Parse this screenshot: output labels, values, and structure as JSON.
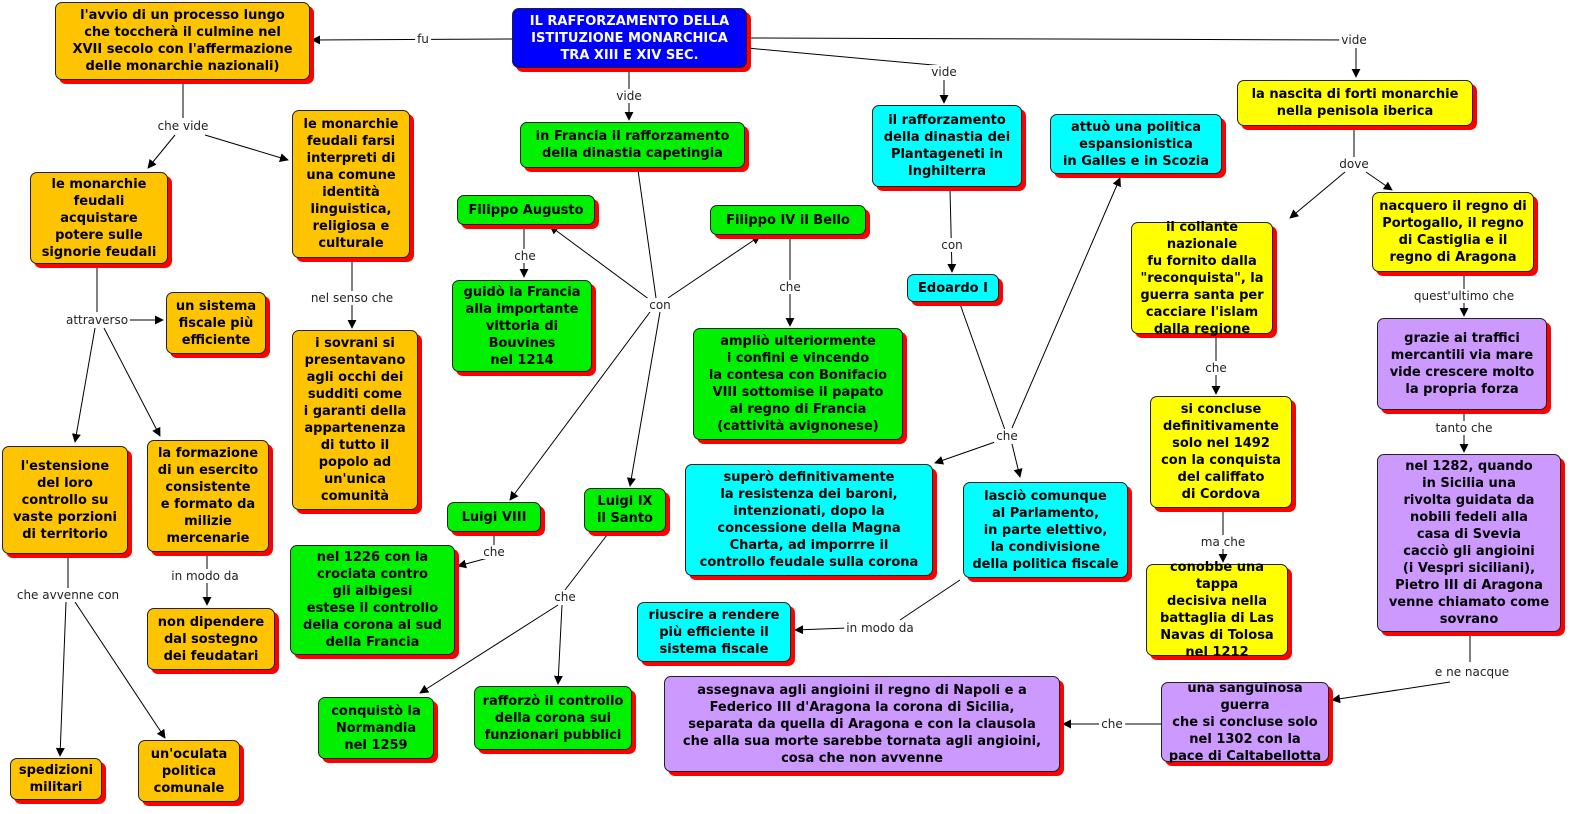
{
  "colors": {
    "orange": "#ffc400",
    "green": "#00f000",
    "cyan": "#00ffff",
    "yellow": "#ffff00",
    "purple": "#cc99ff",
    "blue": "#0000ff",
    "shadow": "#ff0000"
  },
  "nodes": {
    "root": "IL RAFFORZAMENTO DELLA\nISTITUZIONE MONARCHICA\nTRA XIII E XIV SEC.",
    "avvio": "l'avvio di un processo lungo\nche toccherà il culmine nel\nXVII secolo con l'affermazione\ndelle monarchie nazionali)",
    "acquistare": "le monarchie\nfeudali\nacquistare\npotere sulle\nsignorie feudali",
    "interpreti": "le monarchie\nfeudali farsi\ninterpreti di\nuna comune\nidentità\nlinguistica,\nreligiosa e\nculturale",
    "sistema_fiscale": "un sistema\nfiscale più\nefficiente",
    "estensione": "l'estensione\ndel loro\ncontrollo su\nvaste porzioni\ndi territorio",
    "esercito": "la formazione\ndi un esercito\nconsistente\ne formato da\nmilizie\nmercenarie",
    "non_dipendere": "non dipendere\ndal sostegno\ndei feudatari",
    "spedizioni": "spedizioni\nmilitari",
    "oculata": "un'oculata\npolitica\ncomunale",
    "sovrani": "i sovrani si\npresentavano\nagli occhi dei\nsudditi come\ni garanti della\nappartenenza\ndi tutto il\npopolo ad\nun'unica\ncomunità",
    "francia": "in Francia il rafforzamento\ndella dinastia capetingia",
    "filippo_augusto": "Filippo Augusto",
    "guido": "guidò la Francia\nalla importante\nvittoria di\nBouvines\nnel 1214",
    "filippo_iv": "Filippo  IV il Bello",
    "amplio": "ampliò ulteriormente\ni confini e vincendo\nla contesa con Bonifacio\nVIII sottomise il papato\nal regno di Francia\n(cattività avignonese)",
    "luigi_viii": "Luigi VIII",
    "luigi_ix": "Luigi IX\nil Santo",
    "albigesi": "nel 1226 con la\ncrociata contro\ngli albigesi\nestese il controllo\ndella corona al sud\ndella Francia",
    "normandia": "conquistò la\nNormandia\nnel 1259",
    "rafforzo": "rafforzò il controllo\ndella corona sui\nfunzionari pubblici",
    "plantageneti": "il rafforzamento\ndella dinastia dei\nPlantageneti in\nInghilterra",
    "edoardo": "Edoardo I",
    "galles": "attuò una politica\nespansionistica\nin Galles e in Scozia",
    "supero": "superò definitivamente\nla resistenza dei baroni,\nintenzionati, dopo la\nconcessione della Magna\nCharta, ad imporrre il\ncontrollo feudale sulla corona",
    "lascio": "lasciò comunque\nal Parlamento,\nin parte elettivo,\nla condivisione\ndella politica fiscale",
    "riuscire": "riuscire a rendere\npiù efficiente il\nsistema fiscale",
    "iberica": "la nascita di forti monarchie\nnella penisola iberica",
    "collante": "il collante nazionale\nfu fornito dalla\n\"reconquista\", la\nguerra santa per\ncacciare l'islam\ndalla regione",
    "portogallo": "nacquero il regno di\nPortogallo, il regno\ndi Castiglia e il\nregno di Aragona",
    "1492": "si concluse\ndefinitivamente\nsolo nel 1492\ncon la conquista\ndel califfato\ndi Cordova",
    "navas": "conobbe una tappa\ndecisiva nella\nbattaglia di Las\nNavas di Tolosa\nnel 1212",
    "traffici": "grazie ai traffici\nmercantili via mare\nvide crescere molto\nla propria forza",
    "vespri": "nel 1282, quando\nin Sicilia una\nrivolta guidata da\nnobili fedeli alla\ncasa di Svevia\ncacciò gli angioini\n(i Vespri siciliani),\nPietro III di Aragona\nvenne chiamato come\nsovrano",
    "sanguinosa": "una sanguinosa guerra\nche si concluse solo\nnel 1302 con la\npace di Caltabellotta",
    "assegnava": "assegnava agli angioini il regno di Napoli e a\nFederico III d'Aragona la corona di Sicilia,\nseparata da quella di Aragona e con la clausola\nche alla sua morte sarebbe tornata agli angioini,\ncosa che non avvenne"
  },
  "links": [
    "fu",
    "che vide",
    "vide",
    "vide",
    "vide",
    "attraverso",
    "nel senso che",
    "che",
    "con",
    "che",
    "con",
    "che",
    "dove",
    "quest'ultimo che",
    "che",
    "tanto che",
    "ma che",
    "e ne nacque",
    "che",
    "in modo da",
    "che",
    "che",
    "in modo da",
    "che avvenne con"
  ]
}
